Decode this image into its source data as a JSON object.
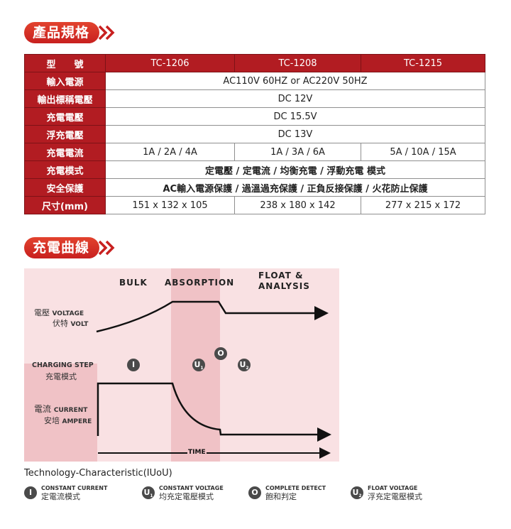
{
  "sections": {
    "spec_title": "產品規格",
    "curve_title": "充電曲線"
  },
  "colors": {
    "brand_red": "#b21c22",
    "pill_red": "#d8322a",
    "chart_bg": "#f9e1e3",
    "band": "#f0c2c6",
    "icon_dark": "#4a4a4a"
  },
  "spec_table": {
    "header": {
      "label": "型　　號",
      "models": [
        "TC-1206",
        "TC-1208",
        "TC-1215"
      ]
    },
    "rows": [
      {
        "label": "輸入電源",
        "value": "AC110V 60HZ or AC220V 50HZ"
      },
      {
        "label": "輸出標稱電壓",
        "value": "DC 12V"
      },
      {
        "label": "充電電壓",
        "value": "DC 15.5V"
      },
      {
        "label": "浮充電壓",
        "value": "DC 13V"
      },
      {
        "label": "充電電流",
        "values": [
          "1A / 2A / 4A",
          "1A / 3A / 6A",
          "5A / 10A / 15A"
        ]
      },
      {
        "label": "充電模式",
        "value": "定電壓 / 定電流 / 均衡充電 / 浮動充電 模式"
      },
      {
        "label": "安全保護",
        "value": "AC輸入電源保護 / 過溫過充保護 / 正負反接保護 / 火花防止保護"
      },
      {
        "label": "尺寸(mm)",
        "values": [
          "151 x 132 x 105",
          "238 x 180 x 142",
          "277 x 215 x 172"
        ]
      }
    ]
  },
  "chart": {
    "phases": {
      "bulk": "BULK",
      "absorption": "ABSORPTION",
      "float_line1": "FLOAT &",
      "float_line2": "ANALYSIS"
    },
    "voltage_label": {
      "zh1": "電壓",
      "en1": "VOLTAGE",
      "zh2": "伏特",
      "en2": "VOLT"
    },
    "step_label": {
      "en": "CHARGING STEP",
      "zh": "充電模式"
    },
    "current_label": {
      "zh1": "電流",
      "en1": "CURRENT",
      "zh2": "安培",
      "en2": "AMPERE"
    },
    "time_label": "TIME",
    "steps": {
      "i": "I",
      "u1": "U",
      "u1_sub": "1",
      "o": "O",
      "u2": "U",
      "u2_sub": "2"
    }
  },
  "tech": {
    "title": "Technology-Characteristic(IUoU)",
    "legend": [
      {
        "icon": "I",
        "sub": "",
        "en": "CONSTANT CURRENT",
        "zh": "定電流模式"
      },
      {
        "icon": "U",
        "sub": "1",
        "en": "CONSTANT VOLTAGE",
        "zh": "均充定電壓模式"
      },
      {
        "icon": "O",
        "sub": "",
        "en": "COMPLETE DETECT",
        "zh": "飽和判定"
      },
      {
        "icon": "U",
        "sub": "2",
        "en": "FLOAT  VOLTAGE",
        "zh": "浮充定電壓模式"
      }
    ]
  }
}
